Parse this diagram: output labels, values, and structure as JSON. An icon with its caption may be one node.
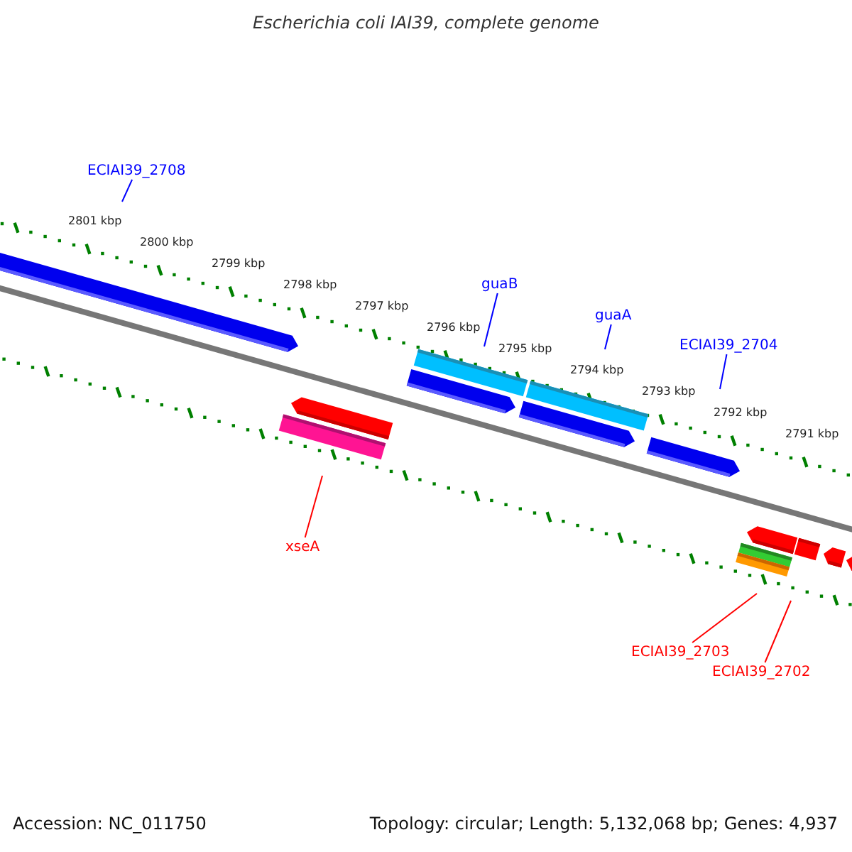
{
  "diagram": {
    "title": "Escherichia coli IAI39, complete genome",
    "nodes": [
      {
        "text": [
          "ECIAI39_2708"
        ]
      },
      {
        "text": [
          "guaB"
        ]
      },
      {
        "text": [
          "guaA"
        ]
      },
      {
        "text": [
          "ECIAI39_2704"
        ]
      },
      {
        "text": [
          "xseA"
        ]
      },
      {
        "text": [
          "ECIAI39_2703"
        ]
      },
      {
        "text": [
          "ECIAI39_2702"
        ]
      }
    ],
    "edges": [
      {
        "from": 0,
        "to": null,
        "arrow": "none"
      },
      {
        "from": 1,
        "to": null,
        "arrow": "none"
      },
      {
        "from": 2,
        "to": null,
        "arrow": "none"
      },
      {
        "from": 3,
        "to": null,
        "arrow": "none"
      },
      {
        "from": 4,
        "to": null,
        "arrow": "none",
        "color": "#ff0000"
      },
      {
        "from": 5,
        "to": null,
        "arrow": "none",
        "color": "#ff0000"
      },
      {
        "from": 6,
        "to": null,
        "arrow": "none",
        "color": "#ff0000"
      }
    ],
    "labels": [
      "2801 kbp",
      "2800 kbp",
      "2799 kbp",
      "2798 kbp",
      "2797 kbp",
      "2796 kbp",
      "2795 kbp",
      "2794 kbp",
      "2793 kbp",
      "2792 kbp",
      "2791 kbp",
      "Accession: NC_011750",
      "Topology: circular; Length: 5,132,068 bp; Genes: 4,937"
    ]
  }
}
